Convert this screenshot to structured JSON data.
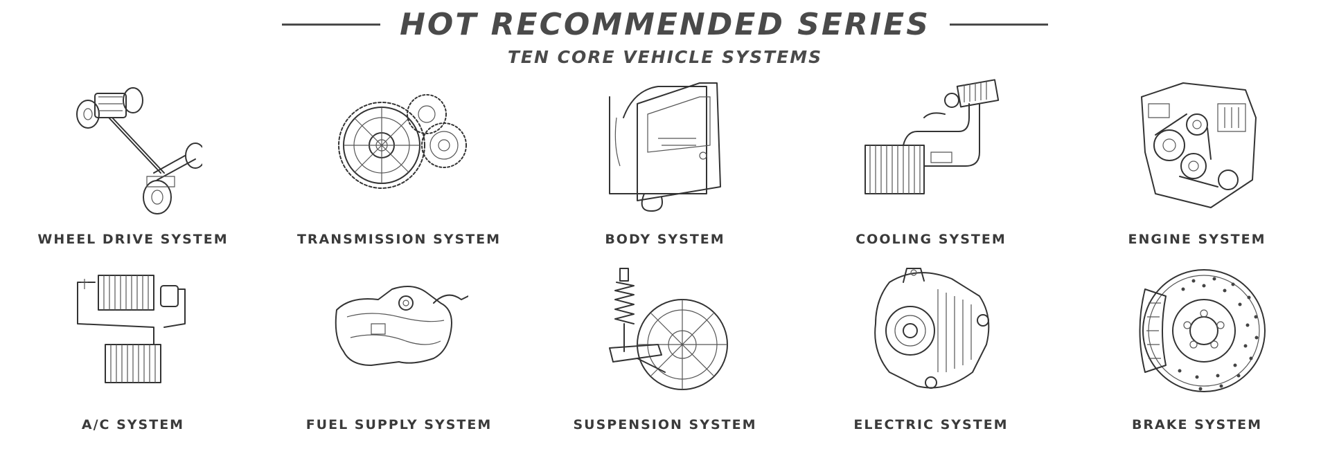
{
  "header": {
    "title": "HOT RECOMMENDED SERIES",
    "subtitle": "TEN CORE VEHICLE SYSTEMS"
  },
  "systems": [
    {
      "label": "WHEEL DRIVE SYSTEM",
      "icon": "wheel-drive-icon"
    },
    {
      "label": "TRANSMISSION SYSTEM",
      "icon": "transmission-gears-icon"
    },
    {
      "label": "BODY SYSTEM",
      "icon": "car-door-icon"
    },
    {
      "label": "COOLING SYSTEM",
      "icon": "radiator-icon"
    },
    {
      "label": "ENGINE SYSTEM",
      "icon": "engine-icon"
    },
    {
      "label": "A/C SYSTEM",
      "icon": "ac-condenser-icon"
    },
    {
      "label": "FUEL SUPPLY SYSTEM",
      "icon": "fuel-tank-icon"
    },
    {
      "label": "SUSPENSION SYSTEM",
      "icon": "suspension-strut-icon"
    },
    {
      "label": "ELECTRIC SYSTEM",
      "icon": "alternator-icon"
    },
    {
      "label": "BRAKE SYSTEM",
      "icon": "brake-disc-icon"
    }
  ]
}
